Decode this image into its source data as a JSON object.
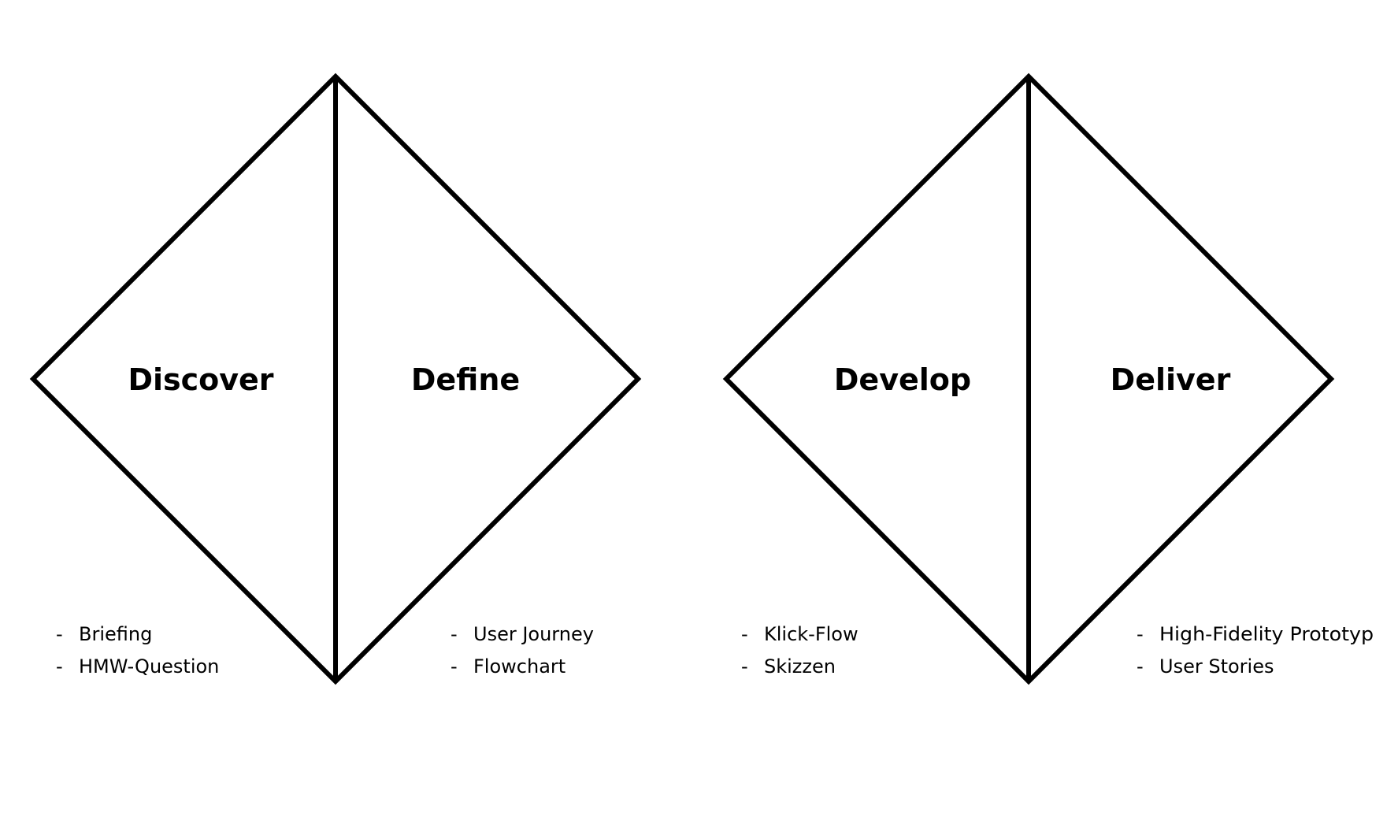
{
  "diamonds": [
    {
      "phases": [
        {
          "label": "Discover",
          "items": [
            "Briefing",
            "HMW-Question"
          ]
        },
        {
          "label": "Define",
          "items": [
            "User Journey",
            "Flowchart"
          ]
        }
      ]
    },
    {
      "phases": [
        {
          "label": "Develop",
          "items": [
            "Klick-Flow",
            "Skizzen"
          ]
        },
        {
          "label": "Deliver",
          "items": [
            "High-Fidelity Prototyp",
            "User Stories"
          ]
        }
      ]
    }
  ],
  "bullet_marker": "-",
  "colors": {
    "stroke": "#000000",
    "background": "#ffffff"
  }
}
